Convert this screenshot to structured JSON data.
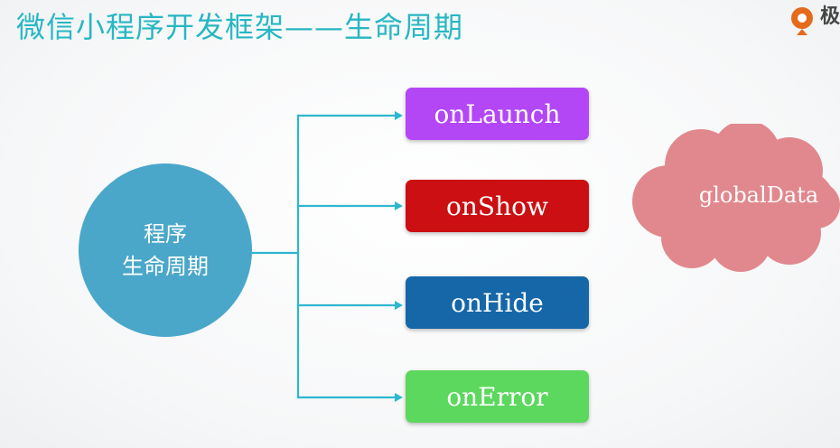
{
  "title": "微信小程序开发框架——生命周期",
  "brand": {
    "text": "极",
    "accent": "#e56a1c"
  },
  "center_node": {
    "line1": "程序",
    "line2": "生命周期",
    "color": "#4aa7c9"
  },
  "events": [
    {
      "label": "onLaunch",
      "color": "#b447f5"
    },
    {
      "label": "onShow",
      "color": "#cc0f12"
    },
    {
      "label": "onHide",
      "color": "#1567a8"
    },
    {
      "label": "onError",
      "color": "#5bd85d"
    }
  ],
  "global_data": {
    "label": "globalData",
    "color": "#e1888e"
  },
  "connector_color": "#2fb7cf"
}
